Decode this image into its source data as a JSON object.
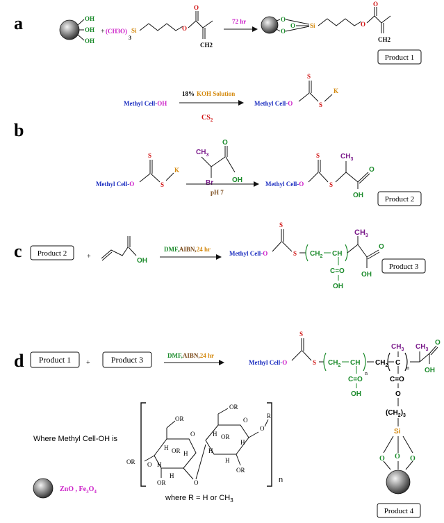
{
  "colors": {
    "green": "#1a8a2a",
    "red": "#d01010",
    "blue": "#1c2ec0",
    "magenta": "#cc1ec8",
    "orange": "#d48a10",
    "purple": "#7a1a8a",
    "brown": "#7a4a1a",
    "black": "#111111"
  },
  "panel_labels": {
    "a": "a",
    "b": "b",
    "c": "c",
    "d": "d"
  },
  "a": {
    "oh": "OH",
    "plus": "+",
    "silane_group": "(CH3O)",
    "silane_sub": "3",
    "si": "Si",
    "o": "O",
    "ch2": "CH2",
    "time": "72 hr",
    "product": "Product 1"
  },
  "xanthate": {
    "reactant": "Methyl Cell-OH",
    "reactant_base": "Methyl Cell-",
    "reactant_oh": "OH",
    "reagent_top_pct": "18%",
    "reagent_top_koh": "KOH Solution",
    "reagent_bottom": "CS",
    "reagent_bottom_sub": "2",
    "product_base": "Methyl Cell-",
    "product_o": "O",
    "s": "S",
    "k": "K"
  },
  "b": {
    "ch3": "CH",
    "ch3_sub": "3",
    "br": "Br",
    "o": "O",
    "oh": "OH",
    "condition": "pH 7",
    "product": "Product 2"
  },
  "c": {
    "reactant_box": "Product 2",
    "plus": "+",
    "oh": "OH",
    "condition_a": "DMF,",
    "condition_b": "AIBN,",
    "condition_c": "24 hr",
    "ch2": "CH",
    "ch2_sub": "2",
    "ch": "CH",
    "co": "C=O",
    "oh2": "OH",
    "ch3": "CH",
    "ch3_sub": "3",
    "product": "Product 3"
  },
  "d": {
    "reactant1": "Product 1",
    "plus": "+",
    "reactant2": "Product 3",
    "condition_a": "DMF,",
    "condition_b": "AIBN,",
    "condition_c": "24 hr",
    "n": "n",
    "c": "C",
    "ch2_3": "(CH",
    "ch2_3_sub": "2",
    "ch2_3_end": ")",
    "ch2_3_n": "3",
    "product": "Product 4"
  },
  "legend": {
    "where_text": "Where Methyl Cell-OH is",
    "or": "OR",
    "o": "O",
    "h": "H",
    "r": "R",
    "n": "n",
    "r_def": "where R = H or CH",
    "r_def_sub": "3",
    "np_text": "ZnO , Fe",
    "np_sub1": "3",
    "np_mid": "O",
    "np_sub2": "4"
  }
}
